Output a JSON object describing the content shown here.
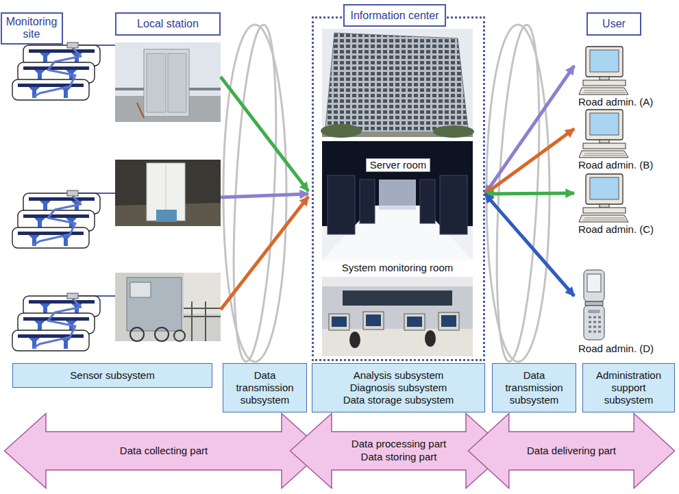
{
  "diagram": {
    "nodes": [
      {
        "text": [
          "Monitoring site"
        ]
      },
      {
        "text": [
          "Local station"
        ]
      },
      {
        "text": [
          "Information center"
        ]
      },
      {
        "text": [
          "User"
        ]
      },
      {
        "text": [
          "Road admin. (A)"
        ]
      },
      {
        "text": [
          "Road admin. (B)"
        ]
      },
      {
        "text": [
          "Road admin. (C)"
        ]
      },
      {
        "text": [
          "Road admin. (D)"
        ]
      },
      {
        "text": [
          "Sensor subsystem"
        ]
      },
      {
        "text": [
          "Data transmission subsystem"
        ]
      },
      {
        "text": [
          "Analysis subsystem",
          "Diagnosis subsystem",
          "Data storage subsystem"
        ]
      },
      {
        "text": [
          "Data transmission subsystem"
        ]
      },
      {
        "text": [
          "Administration support subsystem"
        ]
      },
      {
        "text": [
          "Data collecting part"
        ]
      },
      {
        "text": [
          "Data processing part",
          "Data storing part"
        ]
      },
      {
        "text": [
          "Data delivering part"
        ]
      }
    ],
    "edges": [
      {
        "from": 2,
        "to": 4,
        "arrow": "both"
      },
      {
        "from": 2,
        "to": 5,
        "arrow": "both"
      },
      {
        "from": 2,
        "to": 6,
        "arrow": "both"
      },
      {
        "from": 2,
        "to": 7,
        "arrow": "both"
      }
    ],
    "labels": [
      "Server room",
      "System monitoring room"
    ]
  }
}
